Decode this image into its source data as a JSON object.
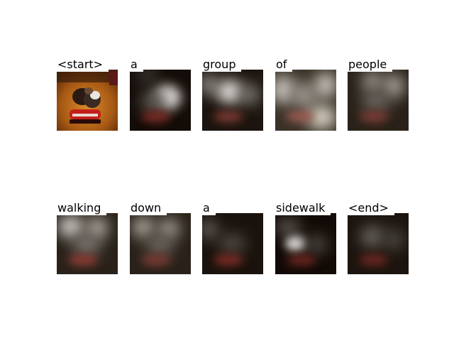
{
  "panels": [
    {
      "word": "<start>",
      "icon": "source-photo",
      "accent": "#c8731e"
    },
    {
      "word": "a",
      "icon": "attention-map"
    },
    {
      "word": "group",
      "icon": "attention-map"
    },
    {
      "word": "of",
      "icon": "attention-map"
    },
    {
      "word": "people",
      "icon": "attention-map"
    },
    {
      "word": "walking",
      "icon": "attention-map"
    },
    {
      "word": "down",
      "icon": "attention-map"
    },
    {
      "word": "a",
      "icon": "attention-map"
    },
    {
      "word": "sidewalk",
      "icon": "attention-map"
    },
    {
      "word": "<end>",
      "icon": "attention-map"
    }
  ]
}
